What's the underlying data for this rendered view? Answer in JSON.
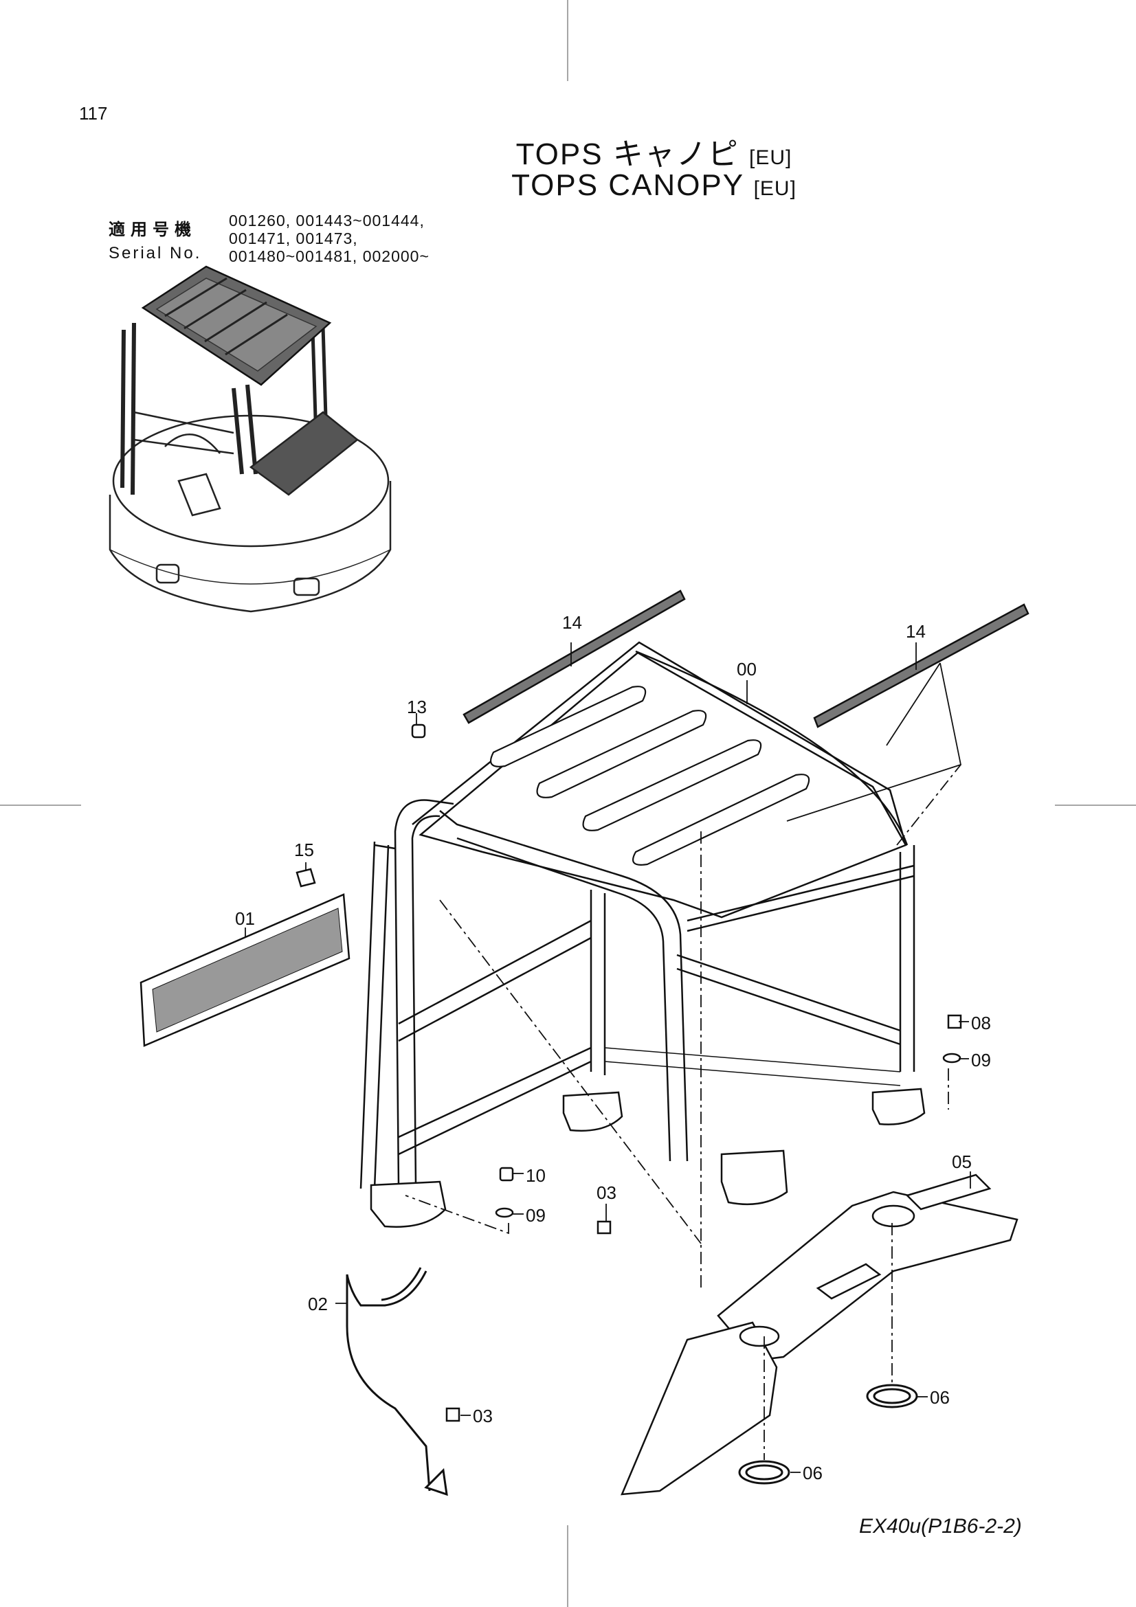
{
  "page": {
    "number": "117",
    "title_jp": "TOPS キャノピ",
    "title_en": "TOPS CANOPY",
    "region_tag": "[EU]",
    "serial_label_jp": "適用号機",
    "serial_label_en": "Serial No.",
    "serial_values": [
      "001260, 001443~001444,",
      "001471, 001473,",
      "001480~001481, 002000~"
    ],
    "footer_code": "EX40u(P1B6-2-2)"
  },
  "callouts": {
    "c14a": "14",
    "c14b": "14",
    "c00": "00",
    "c13": "13",
    "c15": "15",
    "c01": "01",
    "c08": "08",
    "c09a": "09",
    "c10": "10",
    "c09b": "09",
    "c03a": "03",
    "c05": "05",
    "c02": "02",
    "c06a": "06",
    "c03b": "03",
    "c06b": "06"
  }
}
